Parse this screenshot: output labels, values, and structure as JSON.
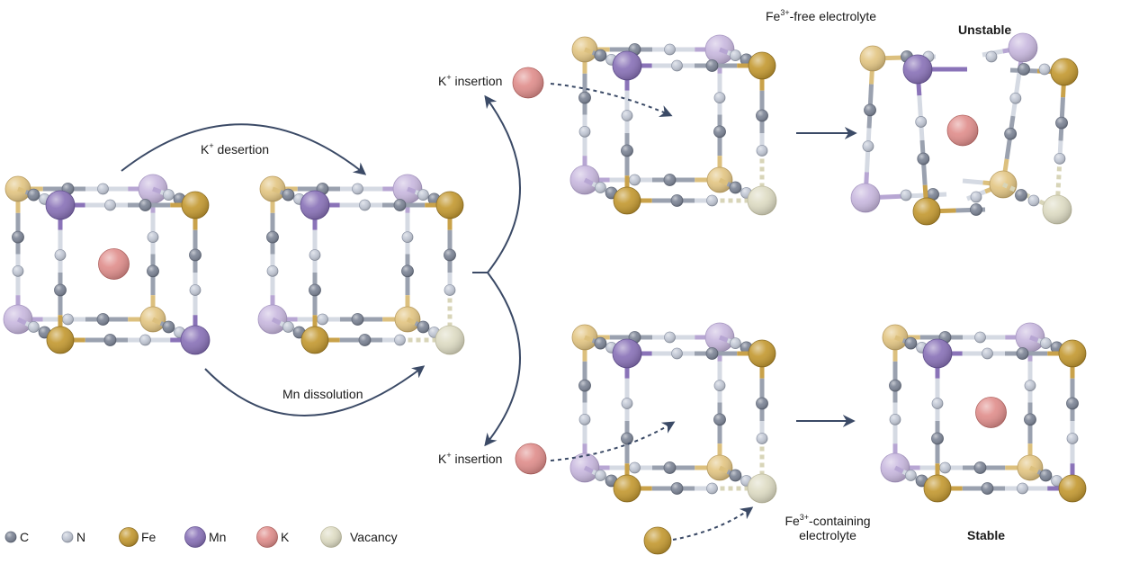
{
  "figure": {
    "colors": {
      "C": "#7d8596",
      "N": "#c3c9d6",
      "Fe": "#c49a33",
      "Fe_back": "#e3c684",
      "Mn": "#8a73b8",
      "Mn_back": "#c9b9df",
      "K": "#e08f8d",
      "Vacancy": "#dedcc4",
      "arrow": "#3b4a66"
    },
    "labels": {
      "k_desertion": {
        "pre": "K",
        "sup": "+",
        "post": " desertion"
      },
      "mn_dissolution": "Mn dissolution",
      "k_insertion_top": {
        "pre": "K",
        "sup": "+",
        "post": " insertion"
      },
      "k_insertion_bottom": {
        "pre": "K",
        "sup": "+",
        "post": " insertion"
      },
      "fe_free": {
        "pre": "Fe",
        "sup": "3+",
        "post": "-free electrolyte"
      },
      "fe_containing": {
        "pre": "Fe",
        "sup": "3+",
        "post": "-containing",
        "line2": "electrolyte"
      },
      "unstable": "Unstable",
      "stable": "Stable"
    },
    "structures": [
      {
        "id": "initial",
        "k_inside": true,
        "vacancy": false,
        "broken": false
      },
      {
        "id": "after-loss",
        "k_inside": false,
        "vacancy": true,
        "broken": false
      },
      {
        "id": "fe-free-insertion",
        "k_inside": false,
        "vacancy": true,
        "broken": false
      },
      {
        "id": "unstable-result",
        "k_inside": true,
        "vacancy": true,
        "broken": true
      },
      {
        "id": "fe-containing-insertion",
        "k_inside": false,
        "vacancy": true,
        "broken": false
      },
      {
        "id": "stable-result",
        "k_inside": true,
        "vacancy": false,
        "broken": false
      }
    ]
  },
  "legend": {
    "items": [
      {
        "key": "C",
        "label": "C"
      },
      {
        "key": "N",
        "label": "N"
      },
      {
        "key": "Fe",
        "label": "Fe"
      },
      {
        "key": "Mn",
        "label": "Mn"
      },
      {
        "key": "K",
        "label": "K"
      },
      {
        "key": "Vacancy",
        "label": "Vacancy"
      }
    ]
  }
}
